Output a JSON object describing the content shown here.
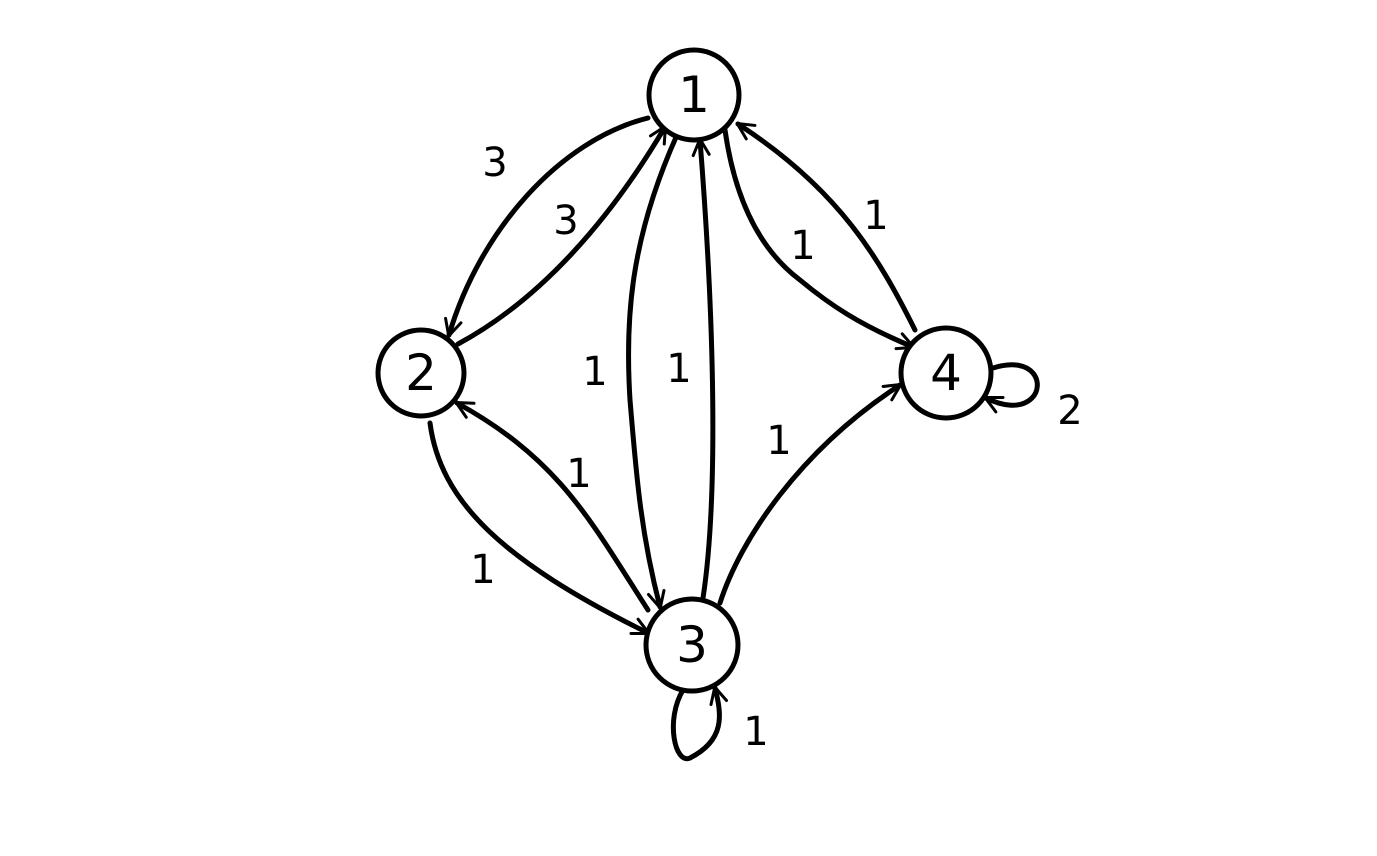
{
  "graph": {
    "nodes": [
      {
        "id": "1",
        "label": "1"
      },
      {
        "id": "2",
        "label": "2"
      },
      {
        "id": "3",
        "label": "3"
      },
      {
        "id": "4",
        "label": "4"
      }
    ],
    "edges": [
      {
        "from": "1",
        "to": "2",
        "weight": "3"
      },
      {
        "from": "2",
        "to": "1",
        "weight": "3"
      },
      {
        "from": "3",
        "to": "1",
        "weight": "1"
      },
      {
        "from": "1",
        "to": "3",
        "weight": "1"
      },
      {
        "from": "4",
        "to": "1",
        "weight": "1"
      },
      {
        "from": "1",
        "to": "4",
        "weight": "1"
      },
      {
        "from": "2",
        "to": "3",
        "weight": "1"
      },
      {
        "from": "3",
        "to": "2",
        "weight": "1"
      },
      {
        "from": "3",
        "to": "4",
        "weight": "1"
      },
      {
        "from": "4",
        "to": "4",
        "weight": "2"
      },
      {
        "from": "3",
        "to": "3",
        "weight": "1"
      }
    ]
  },
  "colors": {
    "stroke": "#000000",
    "background": "#ffffff"
  }
}
